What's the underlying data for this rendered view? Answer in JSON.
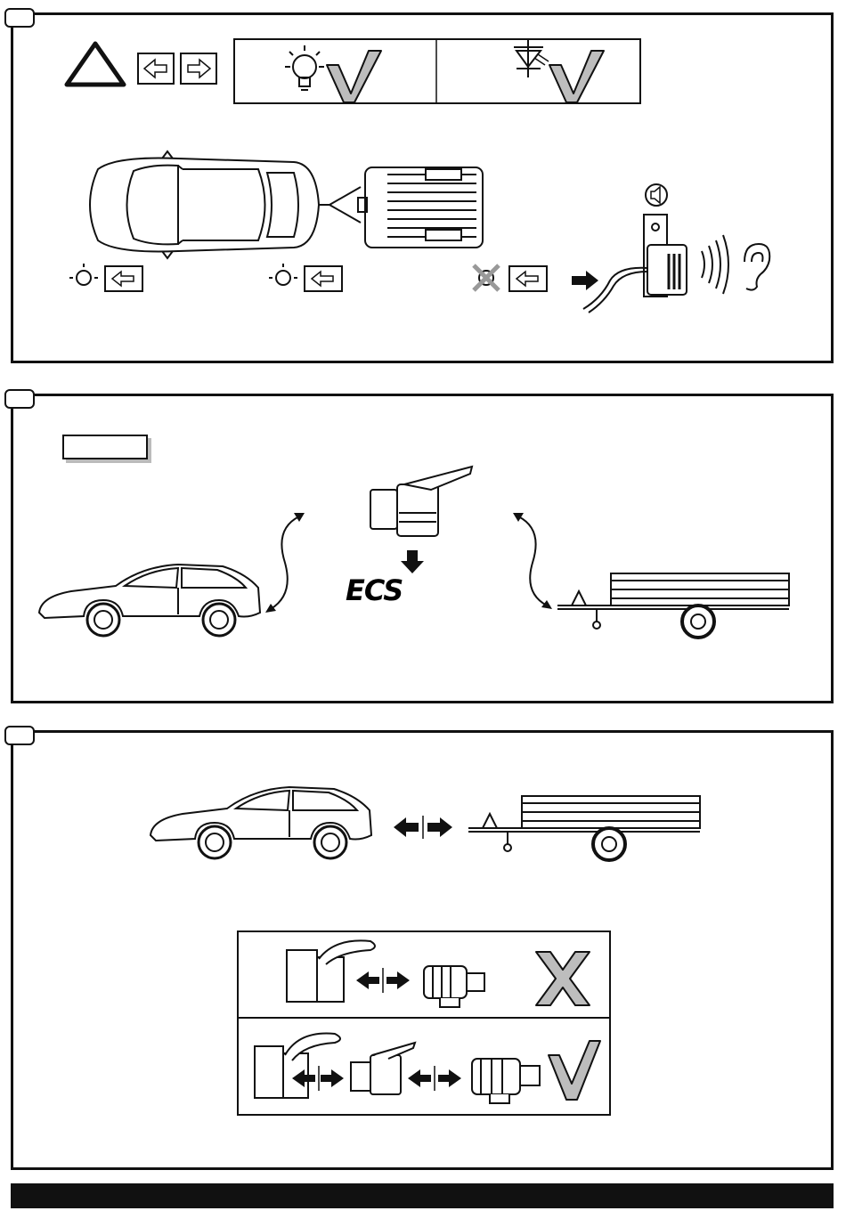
{
  "panels": [
    {
      "id": "panel-1",
      "step_label": ""
    },
    {
      "id": "panel-2",
      "step_label": "",
      "part_label": ""
    },
    {
      "id": "panel-3",
      "step_label": ""
    }
  ],
  "ecs_logo_text": "ECS",
  "icons": {
    "warning": "warning-triangle-icon",
    "turn_left": "arrow-left-icon",
    "turn_right": "arrow-right-icon",
    "bulb_ok": "bulb-check-icon",
    "led_ok": "led-check-icon",
    "buzzer": "buzzer-icon",
    "ear": "ear-icon",
    "sound": "speaker-icon",
    "cross": "x-mark-icon",
    "check": "check-mark-icon"
  },
  "colors": {
    "ink": "#111111",
    "check_fill": "#bdbdbd",
    "footer": "#111111"
  }
}
